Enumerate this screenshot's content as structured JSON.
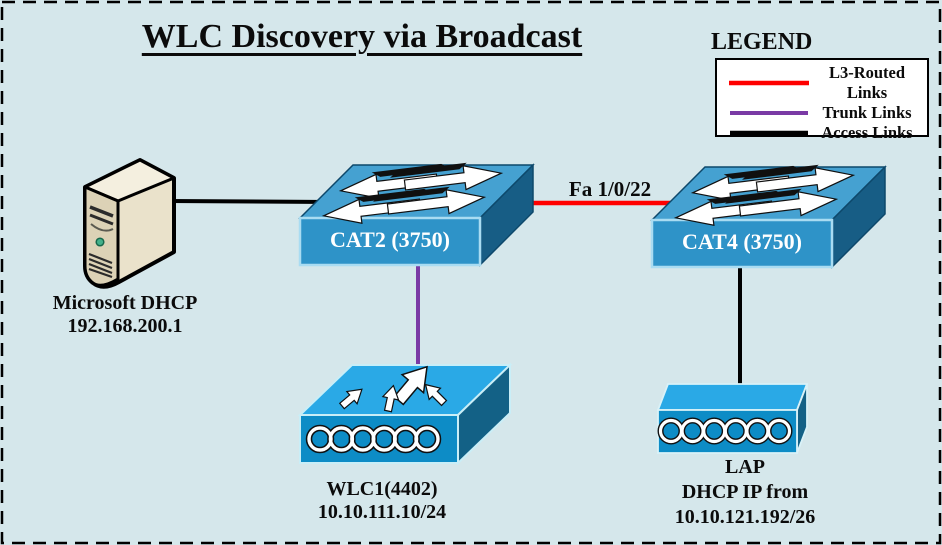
{
  "title": "WLC Discovery via Broadcast",
  "legend": {
    "title": "LEGEND",
    "items": [
      {
        "label": "L3-Routed Links",
        "color": "#ff0000"
      },
      {
        "label": "Trunk Links",
        "color": "#7a3aa5"
      },
      {
        "label": "Access Links",
        "color": "#000000"
      }
    ]
  },
  "devices": {
    "dhcp_server": {
      "name": "Microsoft DHCP",
      "ip": "192.168.200.1"
    },
    "cat2": {
      "name": "CAT2 (3750)"
    },
    "cat4": {
      "name": "CAT4 (3750)"
    },
    "wlc": {
      "name": "WLC1(4402)",
      "ip": "10.10.111.10/24"
    },
    "lap": {
      "name": "LAP",
      "line2": "DHCP IP from",
      "line3": "10.10.121.192/26"
    }
  },
  "links": {
    "l3_label": "Fa 1/0/22",
    "l3_color": "#ff0000",
    "trunk_color": "#7a3aa5",
    "access_color": "#000000"
  },
  "colors": {
    "background": "#d5e7eb",
    "switch_front": "#2e93c8",
    "wlc_front": "#0d8cc6"
  }
}
